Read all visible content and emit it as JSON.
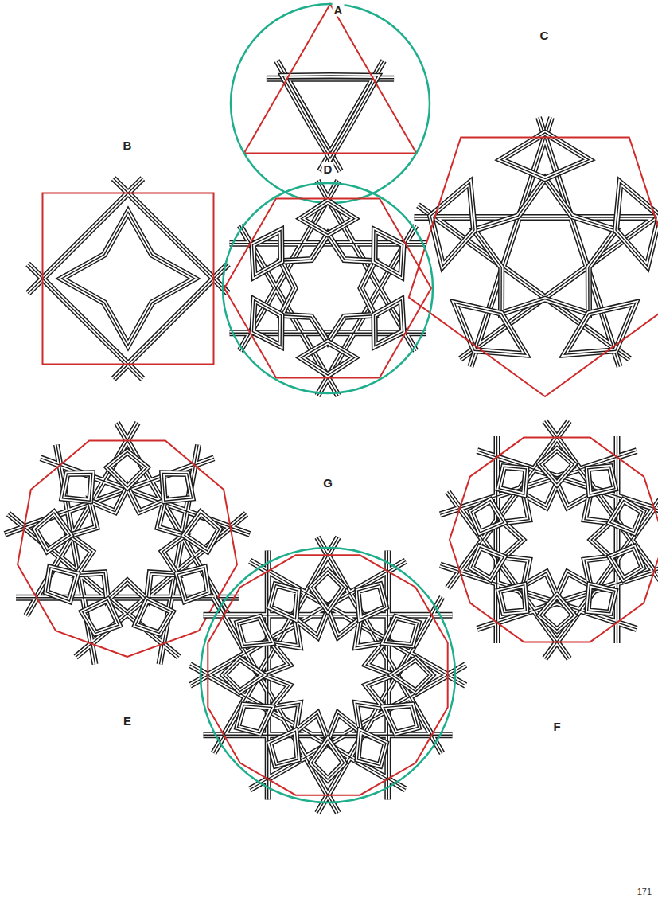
{
  "diagram": {
    "labels": [
      "A",
      "B",
      "C",
      "D",
      "E",
      "F",
      "G",
      "171"
    ]
  }
}
